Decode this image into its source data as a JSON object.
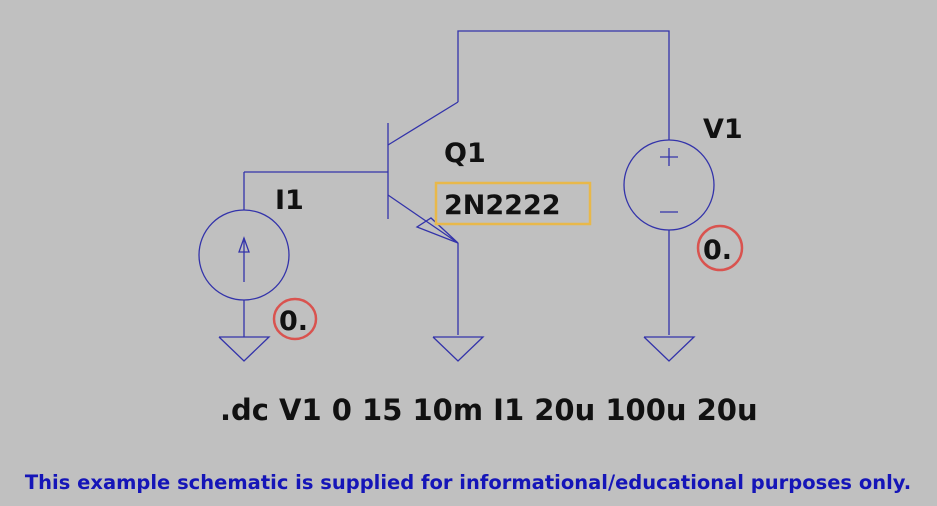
{
  "transistor": {
    "ref": "Q1",
    "model": "2N2222"
  },
  "current_source": {
    "ref": "I1",
    "value": "0."
  },
  "voltage_source": {
    "ref": "V1",
    "value": "0."
  },
  "directive": ".dc V1 0 15 10m I1 20u 100u 20u",
  "notice": "This example schematic is supplied for informational/educational purposes only.",
  "colors": {
    "background": "#c0c0c0",
    "wire": "#3333aa",
    "model_highlight": "#e8b84a",
    "value_highlight": "#d9534f",
    "notice": "#1515b8"
  }
}
